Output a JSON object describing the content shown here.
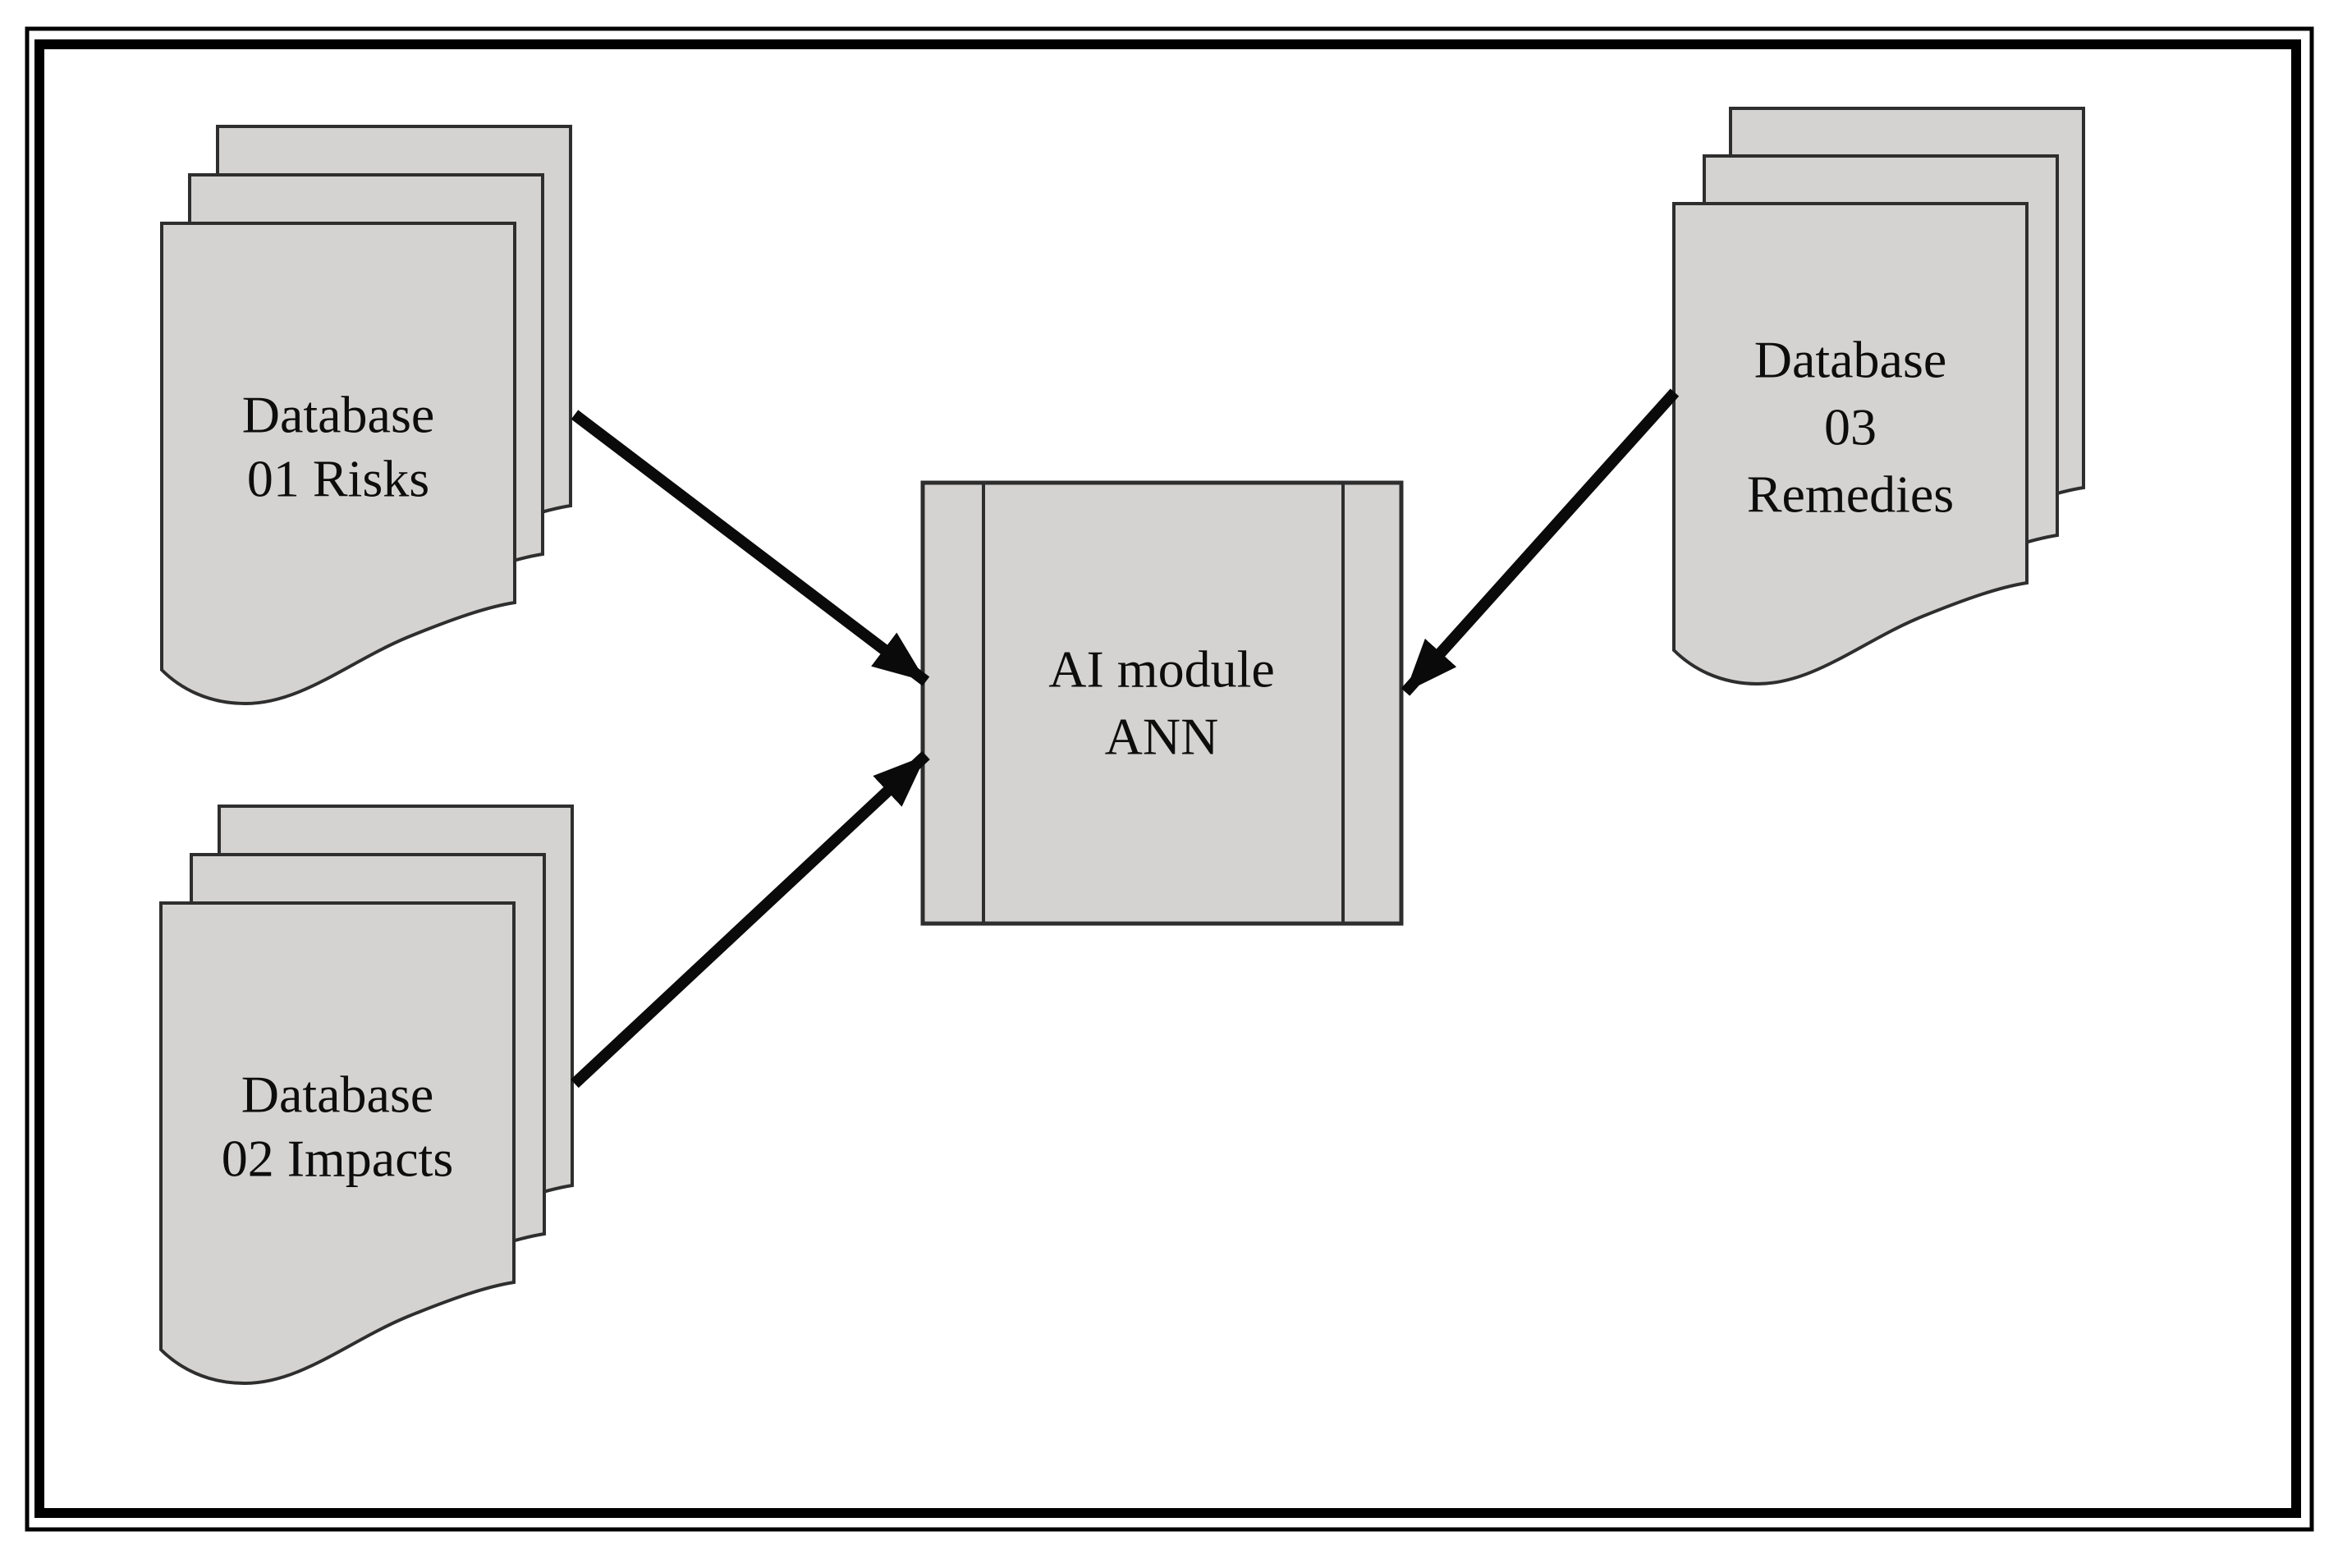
{
  "diagram": {
    "type": "flow-diagram",
    "background": "#ffffff",
    "colors": {
      "shape_fill": "#d4d3d1",
      "shape_stroke": "#2e2e2e",
      "arrow": "#0a0a0a",
      "text": "#0d0d0d",
      "frame": "#000000"
    },
    "nodes": {
      "db01": {
        "shape": "multi-document",
        "label_lines": [
          "Database",
          "01 Risks"
        ]
      },
      "db02": {
        "shape": "multi-document",
        "label_lines": [
          "Database",
          "02 Impacts"
        ]
      },
      "db03": {
        "shape": "multi-document",
        "label_lines": [
          "Database",
          "03",
          "Remedies"
        ]
      },
      "ai": {
        "shape": "predefined-process",
        "label_lines": [
          "AI module",
          "ANN"
        ]
      }
    },
    "edges": [
      {
        "from": "db01",
        "to": "ai"
      },
      {
        "from": "db02",
        "to": "ai"
      },
      {
        "from": "db03",
        "to": "ai"
      }
    ]
  }
}
